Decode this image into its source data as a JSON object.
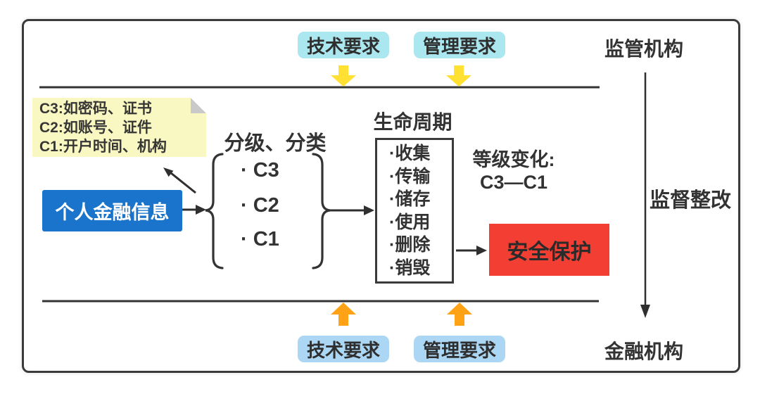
{
  "top_row": {
    "tech_label": "技术要求",
    "mgmt_label": "管理要求",
    "regulator_label": "监管机构"
  },
  "bottom_row": {
    "tech_label": "技术要求",
    "mgmt_label": "管理要求",
    "financial_label": "金融机构"
  },
  "right_side": {
    "supervise_label": "监督整改"
  },
  "note": {
    "lines": [
      "C3:如密码、证书",
      "C2:如账号、证件",
      "C1:开户时间、机构"
    ]
  },
  "source": {
    "label": "个人金融信息"
  },
  "classification": {
    "title": "分级、分类",
    "items": [
      "· C3",
      "· C2",
      "· C1"
    ]
  },
  "lifecycle": {
    "title": "生命周期",
    "items": [
      "·收集",
      "·传输",
      "·储存",
      "·使用",
      "·删除",
      "·销毁"
    ]
  },
  "level_change": {
    "line1": "等级变化:",
    "line2": "C3—C1"
  },
  "protection": {
    "label": "安全保护"
  },
  "colors": {
    "source_blue": "#1b74cb",
    "protect_red": "#f23e33",
    "top_pill_cyan": "#abe7ee",
    "bottom_pill_blue": "#acd7f4",
    "note_yellow": "#faf8c2",
    "arrow_yellow": "#ffe033",
    "arrow_orange": "#ffa215",
    "ink": "#333333"
  }
}
